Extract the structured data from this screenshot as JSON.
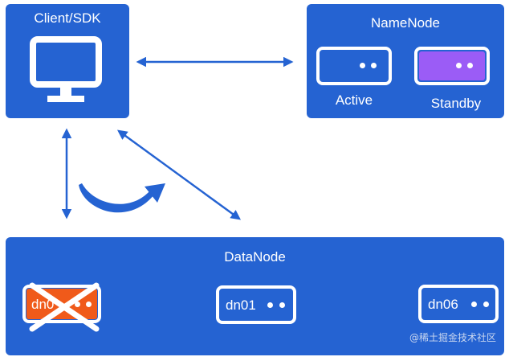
{
  "client": {
    "label": "Client/SDK",
    "icon": "monitor-icon"
  },
  "namenode": {
    "label": "NameNode",
    "active_label": "Active",
    "standby_label": "Standby"
  },
  "datanode": {
    "label": "DataNode",
    "nodes": [
      {
        "label": "dn0",
        "status": "failed"
      },
      {
        "label": "dn01",
        "status": "ok"
      },
      {
        "label": "dn06",
        "status": "ok"
      }
    ]
  },
  "watermark": "@稀土掘金技术社区",
  "colors": {
    "box": "#2563d2",
    "standby": "#9b5cf6",
    "failed": "#f05a1a",
    "arrow": "#2563d2"
  }
}
